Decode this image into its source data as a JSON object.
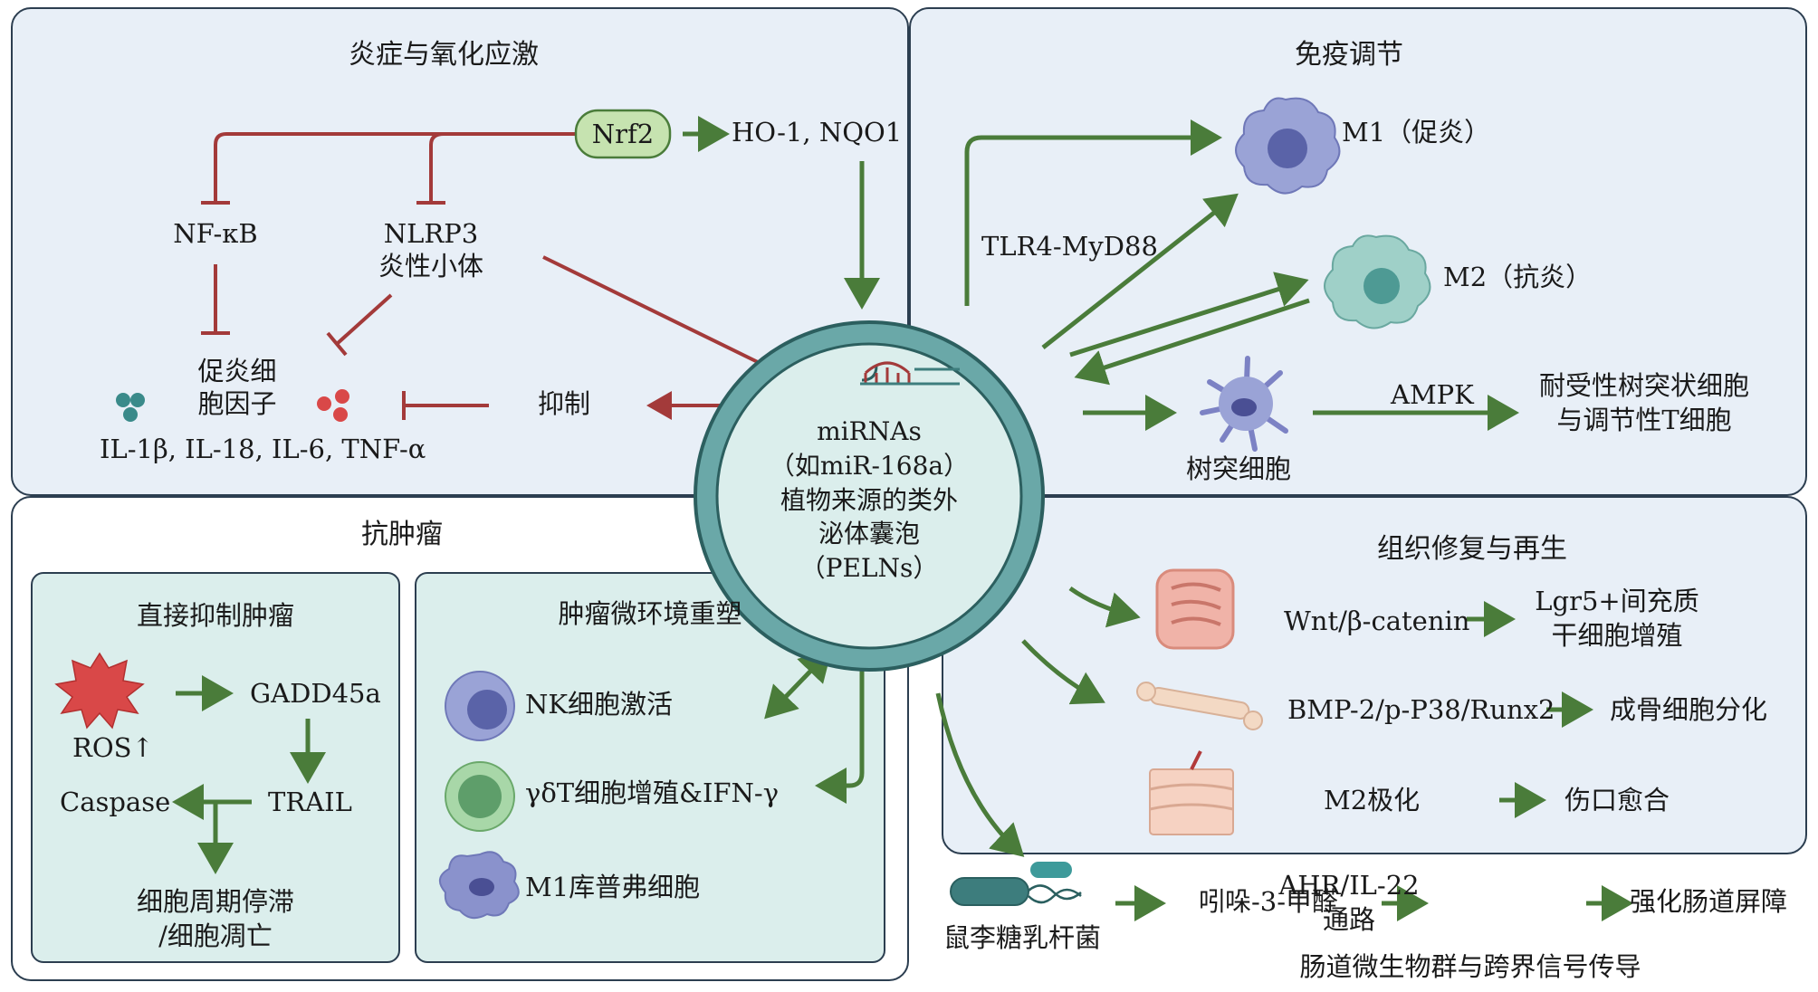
{
  "panels": {
    "inflammation": {
      "title": "炎症与氧化应激",
      "nrf2": "Nrf2",
      "ho1": "HO-1, NQO1",
      "nfkb": "NF-κB",
      "nlrp3_line1": "NLRP3",
      "nlrp3_line2": "炎性小体",
      "cytokine_line1": "促炎细",
      "cytokine_line2": "胞因子",
      "cytokines": "IL-1β, IL-18, IL-6, TNF-α",
      "inhibit": "抑制"
    },
    "immune": {
      "title": "免疫调节",
      "m1": "M1（促炎）",
      "m2": "M2（抗炎）",
      "tlr4": "TLR4-MyD88",
      "dc": "树突细胞",
      "ampk": "AMPK",
      "tol_line1": "耐受性树突状细胞",
      "tol_line2": "与调节性T细胞"
    },
    "antitumor": {
      "title": "抗肿瘤",
      "direct": {
        "title": "直接抑制肿瘤",
        "ros": "ROS↑",
        "gadd45a": "GADD45a",
        "trail": "TRAIL",
        "caspase": "Caspase",
        "arrest_line1": "细胞周期停滞",
        "arrest_line2": "/细胞凋亡"
      },
      "microenv": {
        "title": "肿瘤微环境重塑",
        "nk": "NK细胞激活",
        "gdt": "γδT细胞增殖&IFN-γ",
        "m1k": "M1库普弗细胞"
      }
    },
    "repair": {
      "title": "组织修复与再生",
      "wnt": "Wnt/β-catenin",
      "lgr5_line1": "Lgr5+间充质",
      "lgr5_line2": "干细胞增殖",
      "bmp": "BMP-2/p-P38/Runx2",
      "osteo": "成骨细胞分化",
      "m2pol": "M2极化",
      "wound": "伤口愈合"
    },
    "microbiota": {
      "bacteria": "鼠李糖乳杆菌",
      "indole": "吲哚-3-甲醛",
      "ahr_line1": "AHR/IL-22",
      "ahr_line2": "通路",
      "barrier": "强化肠道屏障",
      "title": "肠道微生物群与跨界信号传导"
    }
  },
  "center": {
    "line1": "miRNAs",
    "line2": "（如miR-168a）",
    "line3": "植物来源的类外",
    "line4": "泌体囊泡",
    "line5": "（PELNs）"
  },
  "colors": {
    "panel_bg": "#e8eff7",
    "subpanel_bg": "#dbeeec",
    "green_arrow": "#4a7c3a",
    "red_inhibit": "#a33a3a",
    "vesicle": "#6aa8a8"
  }
}
